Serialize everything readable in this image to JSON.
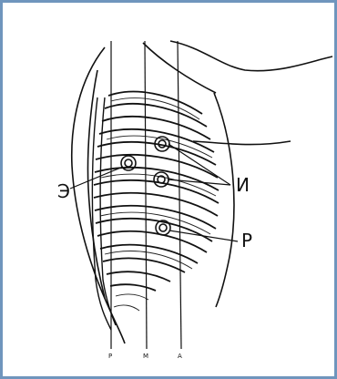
{
  "labels": {
    "left": "Э",
    "right_upper": "И",
    "right_lower": "Р"
  },
  "axis_lines": [
    {
      "key": "P",
      "label": "P"
    },
    {
      "key": "M",
      "label": "M"
    },
    {
      "key": "A",
      "label": "A"
    }
  ],
  "colors": {
    "frame": "#6f95bd",
    "ink": "#111111",
    "background": "#ffffff"
  }
}
